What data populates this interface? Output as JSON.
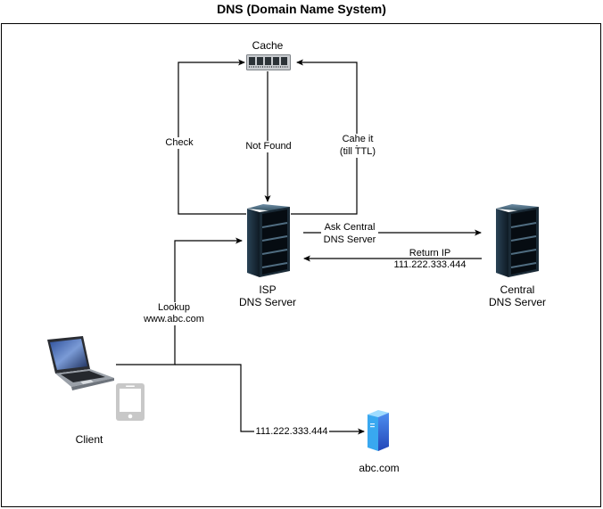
{
  "title": "DNS (Domain Name System)",
  "nodes": {
    "cache": {
      "label": "Cache",
      "icon": "memory-ram-icon"
    },
    "isp_dns": {
      "label_line1": "ISP",
      "label_line2": "DNS Server",
      "icon": "server-rack-icon"
    },
    "central_dns": {
      "label_line1": "Central",
      "label_line2": "DNS Server",
      "icon": "server-rack-icon"
    },
    "client": {
      "label": "Client",
      "icons": [
        "laptop-icon",
        "mobile-phone-icon"
      ]
    },
    "website": {
      "label": "abc.com",
      "icon": "server-tower-icon"
    }
  },
  "edges": {
    "check": {
      "label": "Check"
    },
    "not_found": {
      "label": "Not Found"
    },
    "cache_it": {
      "label_line1": "Cahe it",
      "label_line2": "(till TTL)"
    },
    "ask_central": {
      "label_line1": "Ask Central",
      "label_line2": "DNS Server"
    },
    "return_ip": {
      "label_line1": "Return IP",
      "label_line2": "111.222.333.444"
    },
    "lookup": {
      "label_line1": "Lookup",
      "label_line2": "www.abc.com"
    },
    "connect_ip": {
      "label": "111.222.333.444"
    }
  },
  "colors": {
    "line": "#000000",
    "server_dark": "#1f3345",
    "server_tower": "#3a6fd8",
    "phone": "#c8c8c8"
  }
}
